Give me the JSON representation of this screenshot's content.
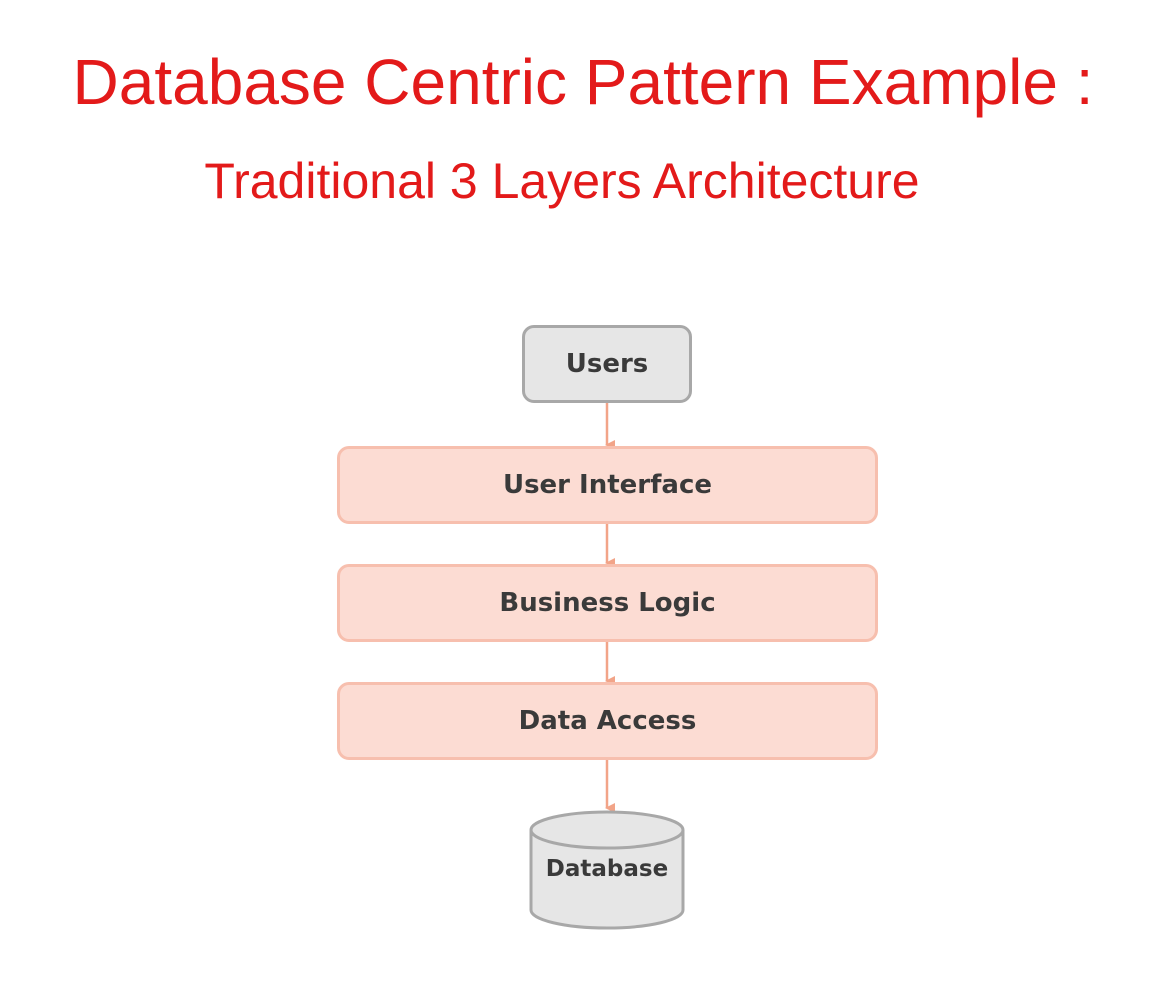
{
  "header": {
    "title": "Database Centric Pattern Example :",
    "subtitle": "Traditional 3 Layers Architecture"
  },
  "diagram": {
    "nodes": {
      "users": "Users",
      "user_interface": "User Interface",
      "business_logic": "Business Logic",
      "data_access": "Data Access",
      "database": "Database"
    },
    "flow": [
      "users",
      "user_interface",
      "business_logic",
      "data_access",
      "database"
    ]
  },
  "colors": {
    "title": "#e31a1a",
    "layer_fill": "#fcdcd3",
    "layer_border": "#f7bfae",
    "neutral_fill": "#e6e6e6",
    "neutral_border": "#a8a8a8",
    "arrow": "#f2a488",
    "label_text": "#3a3a3a"
  }
}
